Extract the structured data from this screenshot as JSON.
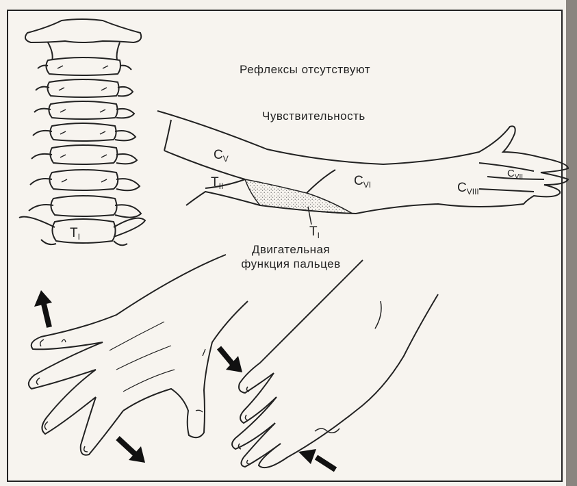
{
  "captions": {
    "reflexes": "Рефлексы отсутствуют",
    "sensitivity": "Чувствительность",
    "motor_line1": "Двигательная",
    "motor_line2": "функция пальцев"
  },
  "spine": {
    "level_label": "T",
    "level_sub": "I"
  },
  "dermatomes": [
    {
      "key": "cv",
      "main": "C",
      "sub": "V"
    },
    {
      "key": "cvi",
      "main": "C",
      "sub": "VI"
    },
    {
      "key": "cvii",
      "main": "C",
      "sub": "VII"
    },
    {
      "key": "cviii",
      "main": "C",
      "sub": "VIII"
    },
    {
      "key": "tii",
      "main": "T",
      "sub": "II"
    },
    {
      "key": "ti",
      "main": "T",
      "sub": "I"
    }
  ],
  "colors": {
    "ink": "#222222",
    "paper": "#f7f4ef",
    "stipple": "#9a9690"
  }
}
